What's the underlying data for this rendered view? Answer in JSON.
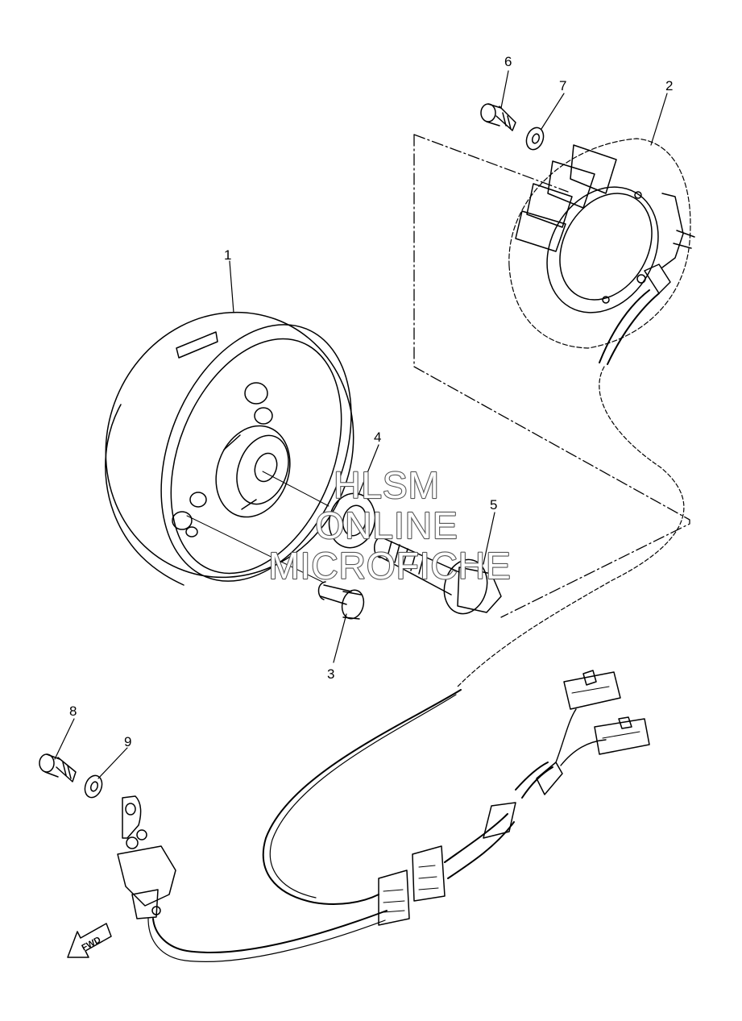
{
  "callouts": [
    {
      "id": "1",
      "label": "1"
    },
    {
      "id": "2",
      "label": "2"
    },
    {
      "id": "3",
      "label": "3"
    },
    {
      "id": "4",
      "label": "4"
    },
    {
      "id": "5",
      "label": "5"
    },
    {
      "id": "6",
      "label": "6"
    },
    {
      "id": "7",
      "label": "7"
    },
    {
      "id": "8",
      "label": "8"
    },
    {
      "id": "9",
      "label": "9"
    }
  ],
  "watermark": {
    "line1": "HLSM",
    "line2": "ONLINE",
    "line3": "MICROFICHE"
  },
  "direction": {
    "label": "FWD"
  }
}
